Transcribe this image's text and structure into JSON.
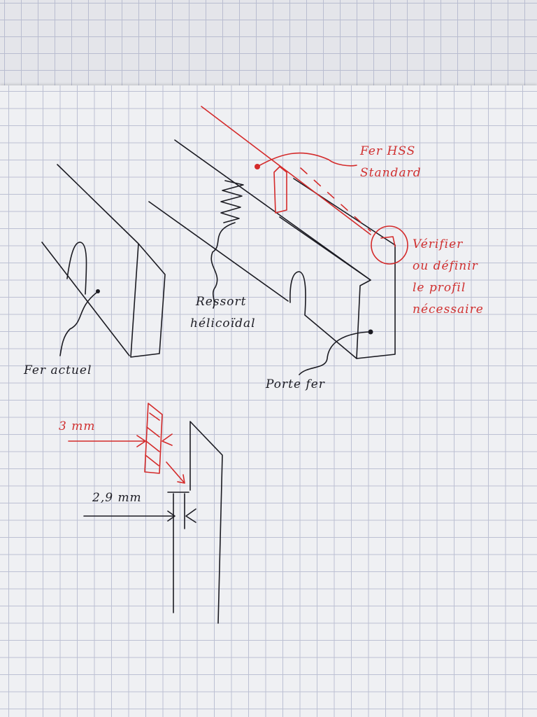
{
  "labels": {
    "fer_hss": [
      "Fer HSS",
      "Standard"
    ],
    "verifier": [
      "Vérifier",
      "ou définir",
      "le profil",
      "nécessaire"
    ],
    "ressort": [
      "Ressort",
      "hélicoïdal"
    ],
    "fer_actuel": "Fer actuel",
    "porte_fer": "Porte fer",
    "dim_3": "3 mm",
    "dim_29": "2,9 mm"
  },
  "colors": {
    "ink": "#1b1b22",
    "red_ink": "#d42a2a",
    "grid": "#bcc0d3"
  }
}
